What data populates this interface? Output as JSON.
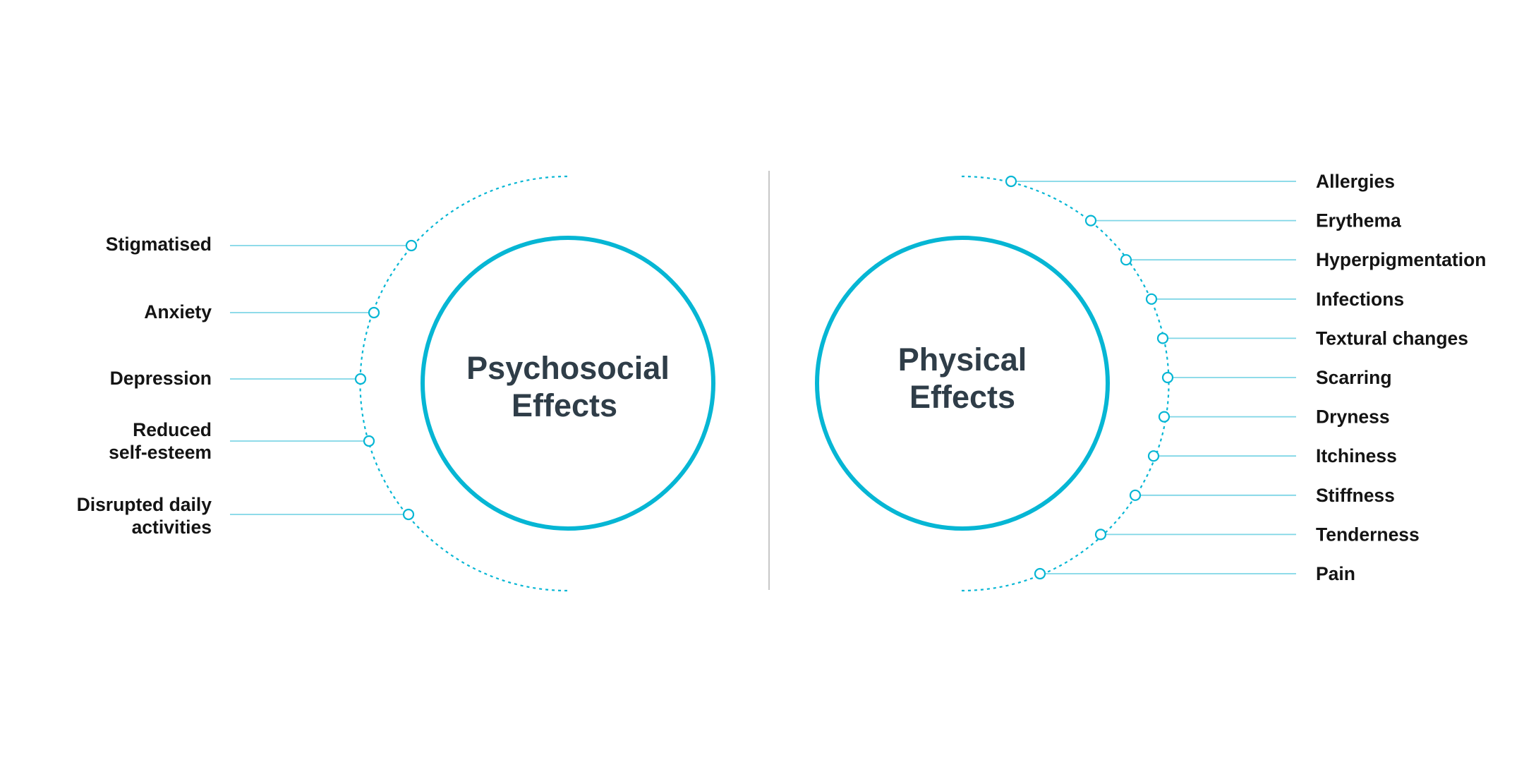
{
  "colors": {
    "accent": "#06b6d4",
    "connector": "#7fd6e6",
    "title_text": "#2f3d48",
    "label_text": "#141414",
    "divider": "#c8c8c8"
  },
  "psychosocial": {
    "title_line1": "Psychosocial",
    "title_line2": "Effects",
    "items": [
      {
        "lines": [
          "Stigmatised"
        ]
      },
      {
        "lines": [
          "Anxiety"
        ]
      },
      {
        "lines": [
          "Depression"
        ]
      },
      {
        "lines": [
          "Reduced",
          "self-esteem"
        ]
      },
      {
        "lines": [
          "Disrupted daily",
          "activities"
        ]
      }
    ]
  },
  "physical": {
    "title_line1": "Physical",
    "title_line2": "Effects",
    "items": [
      {
        "lines": [
          "Allergies"
        ]
      },
      {
        "lines": [
          "Erythema"
        ]
      },
      {
        "lines": [
          "Hyperpigmentation"
        ]
      },
      {
        "lines": [
          "Infections"
        ]
      },
      {
        "lines": [
          "Textural changes"
        ]
      },
      {
        "lines": [
          "Scarring"
        ]
      },
      {
        "lines": [
          "Dryness"
        ]
      },
      {
        "lines": [
          "Itchiness"
        ]
      },
      {
        "lines": [
          "Stiffness"
        ]
      },
      {
        "lines": [
          "Tenderness"
        ]
      },
      {
        "lines": [
          "Pain"
        ]
      }
    ]
  }
}
